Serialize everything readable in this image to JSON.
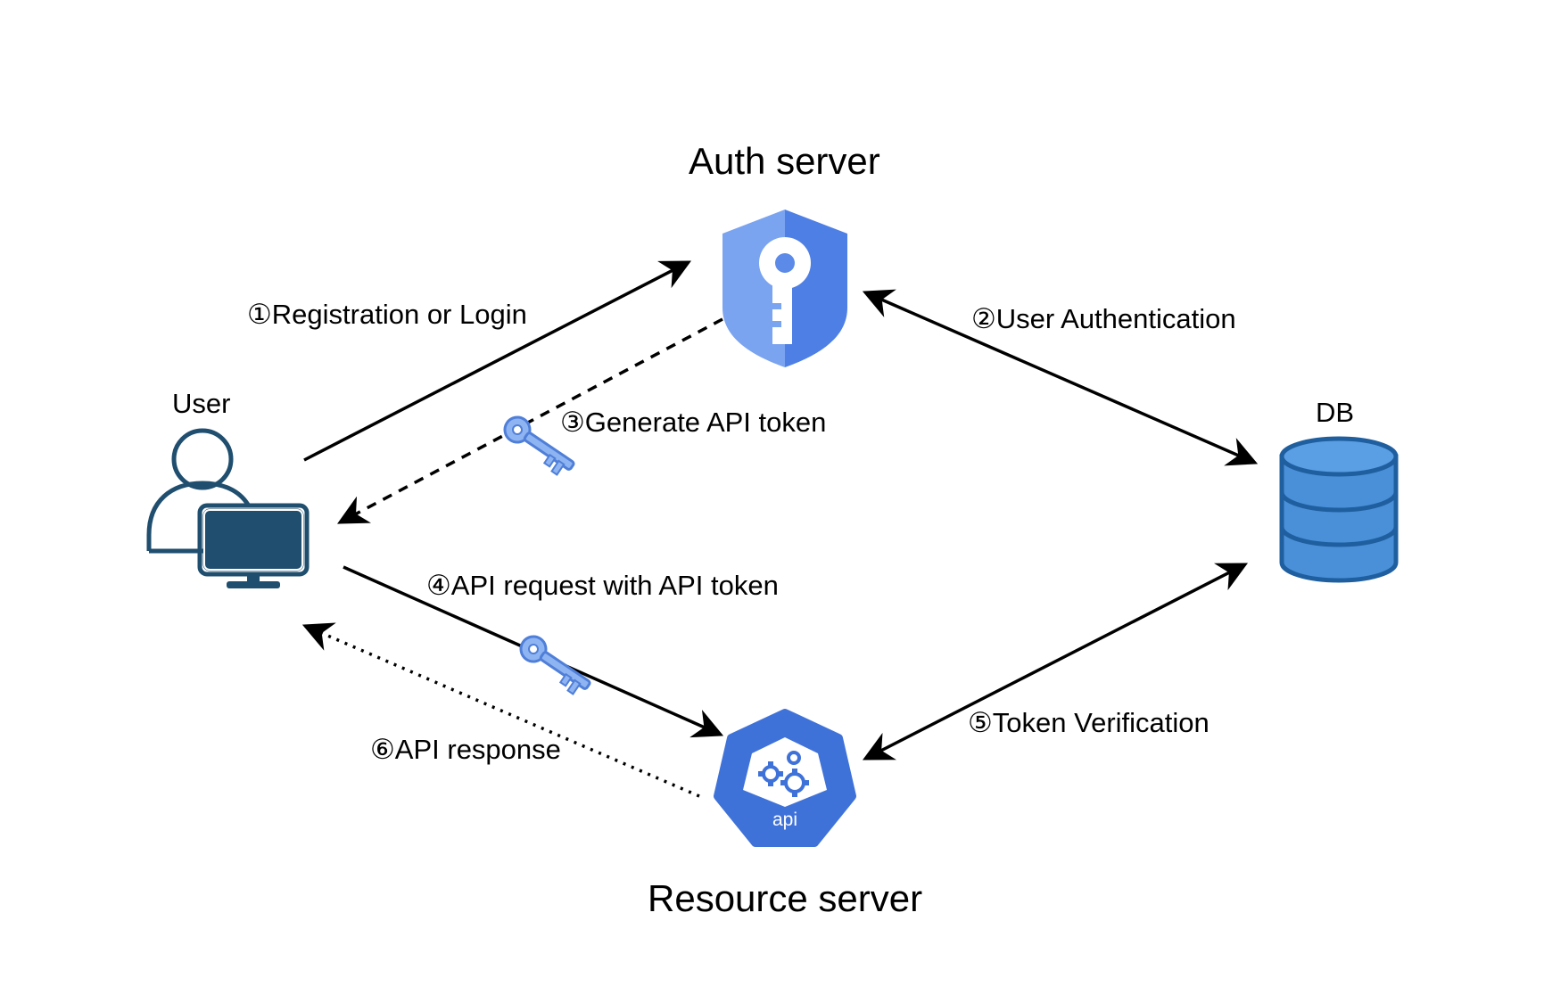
{
  "nodes": {
    "auth_server": {
      "label": "Auth server",
      "icon": "shield-key-icon",
      "color": "#4e7fe5",
      "color_light": "#7aa3f0"
    },
    "resource_server": {
      "label": "Resource server",
      "icon": "api-gears-icon",
      "icon_text": "api",
      "color": "#3f72d9"
    },
    "user": {
      "label": "User",
      "icon": "user-computer-icon",
      "color": "#1f4e6e"
    },
    "db": {
      "label": "DB",
      "icon": "database-icon",
      "color": "#4a90d9",
      "stroke": "#1f5f9f"
    }
  },
  "edges": [
    {
      "id": "e1",
      "label": "①Registration or Login",
      "from": "user",
      "to": "auth_server",
      "style": "solid"
    },
    {
      "id": "e2",
      "label": "②User Authentication",
      "from": "auth_server",
      "to": "db",
      "style": "solid-bidirectional"
    },
    {
      "id": "e3",
      "label": "③Generate API token",
      "from": "auth_server",
      "to": "user",
      "style": "dashed",
      "icon": "key-icon"
    },
    {
      "id": "e4",
      "label": "④API request with API token",
      "from": "user",
      "to": "resource_server",
      "style": "solid",
      "icon": "key-icon"
    },
    {
      "id": "e5",
      "label": "⑤Token Verification",
      "from": "resource_server",
      "to": "db",
      "style": "solid-bidirectional"
    },
    {
      "id": "e6",
      "label": "⑥API response",
      "from": "resource_server",
      "to": "user",
      "style": "dotted"
    }
  ],
  "colors": {
    "edge": "#000000",
    "key": "#8fb4f2",
    "key_outline": "#4f7fd8"
  }
}
